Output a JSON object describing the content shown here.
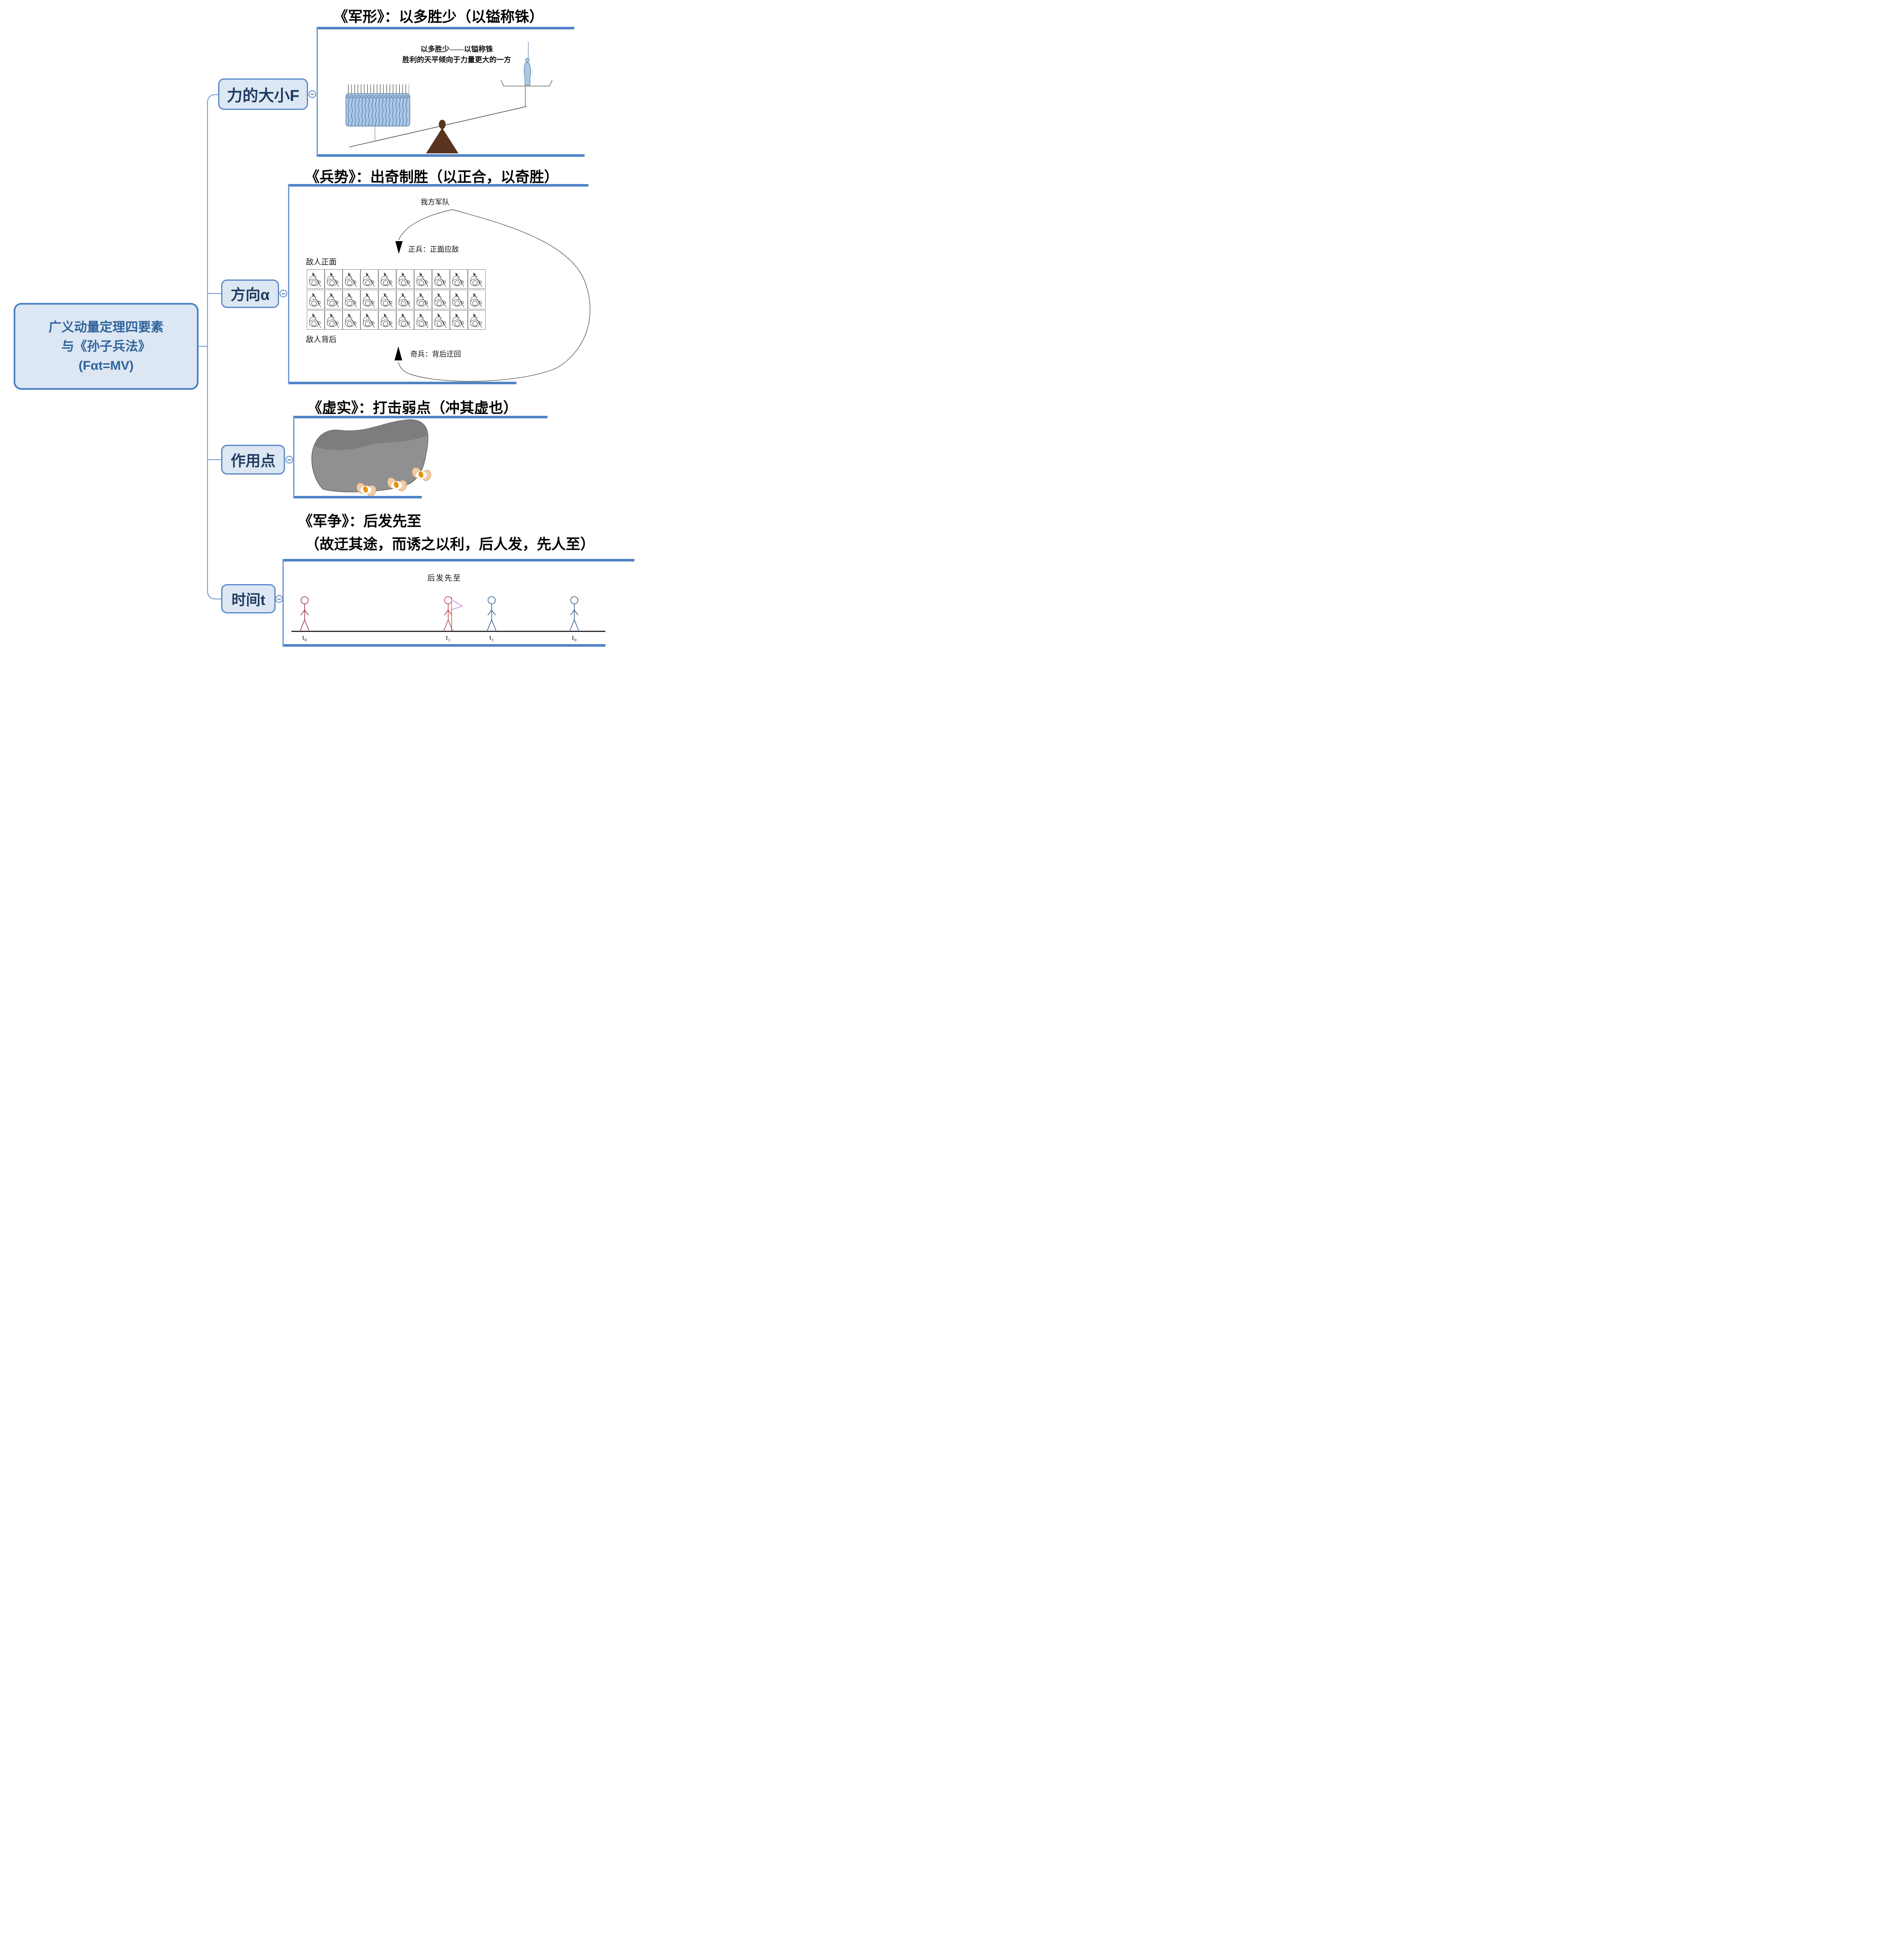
{
  "root": {
    "line1": "广义动量定理四要素",
    "line2": "与《孙子兵法》",
    "line3": "(Fαt=MV)"
  },
  "nodes": {
    "force": "力的大小F",
    "direction": "方向α",
    "point": "作用点",
    "time": "时间t"
  },
  "titles": {
    "junxing": "《军形》：以多胜少（以镒称铢）",
    "bingshi": "《兵势》：出奇制胜（以正合，以奇胜）",
    "xushi": "《虚实》：打击弱点（冲其虚也）",
    "junzheng_line1": "《军争》：后发先至",
    "junzheng_line2": "（故迂其途，而诱之以利，后人发，先人至）"
  },
  "junxing_panel": {
    "caption_line1": "以多胜少——以镒称铢",
    "caption_line2": "胜利的天平倾向于力量更大的一方",
    "illustration": "many-soldiers-outweigh-one-on-seesaw-balance"
  },
  "bingshi_panel": {
    "our_army": "我方军队",
    "zheng_label": "正兵：正面应敌",
    "enemy_front": "敌人正面",
    "enemy_back": "敌人背后",
    "qi_label": "奇兵：背后迂回",
    "enemy_grid": {
      "rows": 3,
      "cols": 10
    }
  },
  "xushi_panel": {
    "illustration": "stone-crushing-eggs"
  },
  "junzheng_panel": {
    "caption": "后发先至",
    "time_labels": [
      "t₀",
      "t₁",
      "t₁",
      "t₀"
    ]
  },
  "controls": {
    "collapse_symbol": "minus"
  },
  "colors": {
    "node_fill": "#dde7f3",
    "node_border": "#5e8cc9",
    "node_text": "#1d3a5f",
    "root_text": "#2f639c",
    "panel_bar_blue": "#5083c6",
    "connector_blue": "#7ba2d4",
    "soldier_fill": "#a9c9e8",
    "fulcrum_brown": "#5a3420",
    "stone_gray": "#909090",
    "egg_yolk": "#e8940a",
    "figure_red_dark": "#9c3a46",
    "figure_red": "#c04343",
    "figure_blue": "#3a5f8a",
    "flag_pink": "#c95fc0"
  }
}
